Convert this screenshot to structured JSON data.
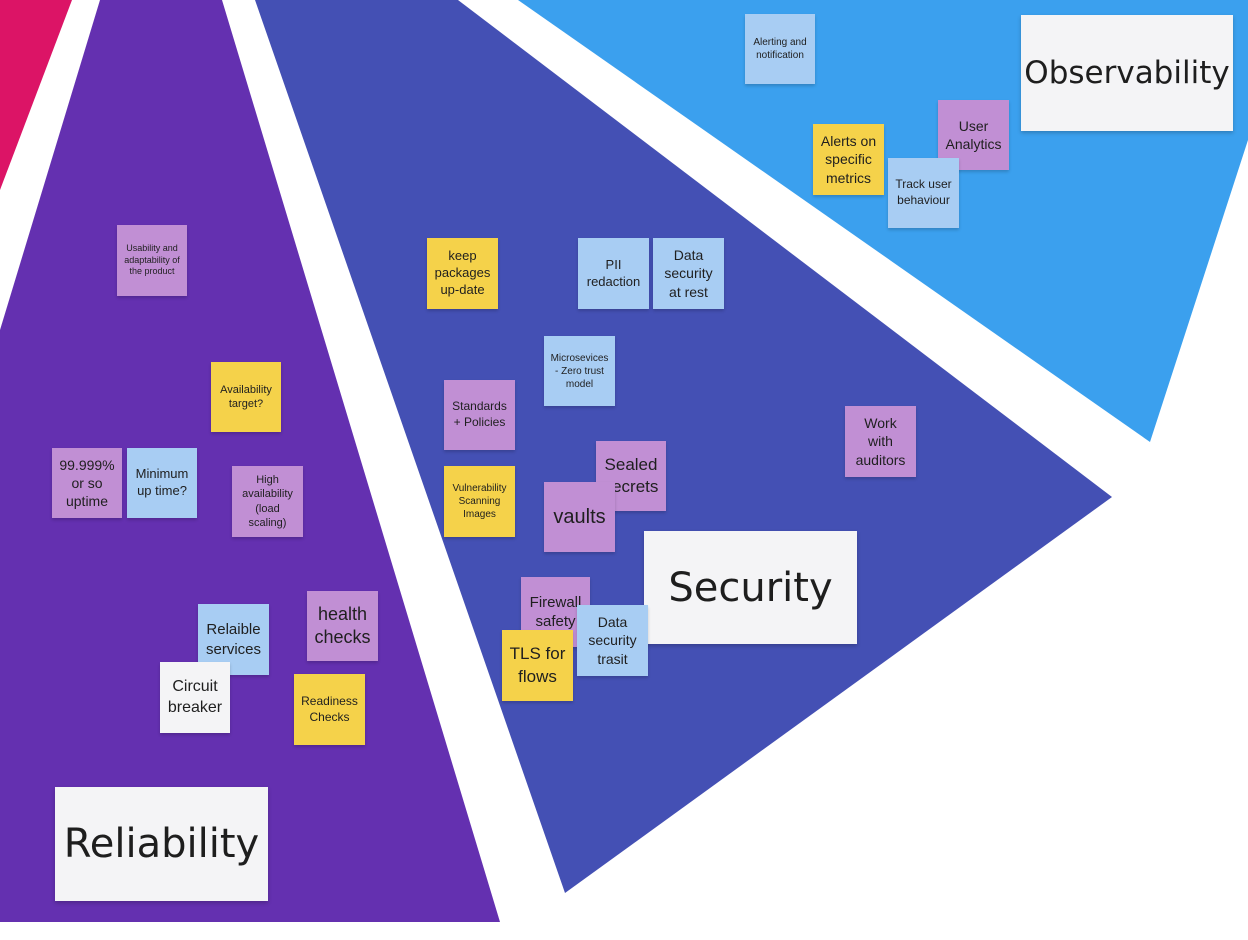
{
  "colors": {
    "pink_sector": "#dc1466",
    "reliability_sector": "#6430b0",
    "security_sector": "#4450b4",
    "observability_sector": "#3ba0ee",
    "yellow_note": "#f5d24a",
    "purple_note": "#c18fd4",
    "blue_note": "#a8cdf3",
    "white_note": "#f4f4f6"
  },
  "sections": {
    "observability": "Observability",
    "security": "Security",
    "reliability": "Reliability"
  },
  "notes": {
    "alerting": "Alerting and notification",
    "user_analytics": "User Analytics",
    "alerts_metrics": "Alerts on specific metrics",
    "track_user": "Track user behaviour",
    "usability": "Usability and adaptability of the product",
    "keep_packages": "keep packages up-date",
    "pii": "PII redaction",
    "data_rest": "Data security at rest",
    "zero_trust": "Microsevices - Zero trust model",
    "standards": "Standards + Policies",
    "availability_target": "Availability target?",
    "work_auditors": "Work with auditors",
    "uptime": "99.999% or so uptime",
    "minimum_uptime": "Minimum up time?",
    "high_availability": "High availability (load scaling)",
    "vulnerability": "Vulnerability Scanning Images",
    "sealed_secrets": "Sealed secrets",
    "vaults": "vaults",
    "firewall": "Firewall safety",
    "data_transit": "Data security trasit",
    "tls": "TLS for flows",
    "reliable_services": "Relaible services",
    "health_checks": "health checks",
    "circuit_breaker": "Circuit breaker",
    "readiness": "Readiness Checks"
  }
}
